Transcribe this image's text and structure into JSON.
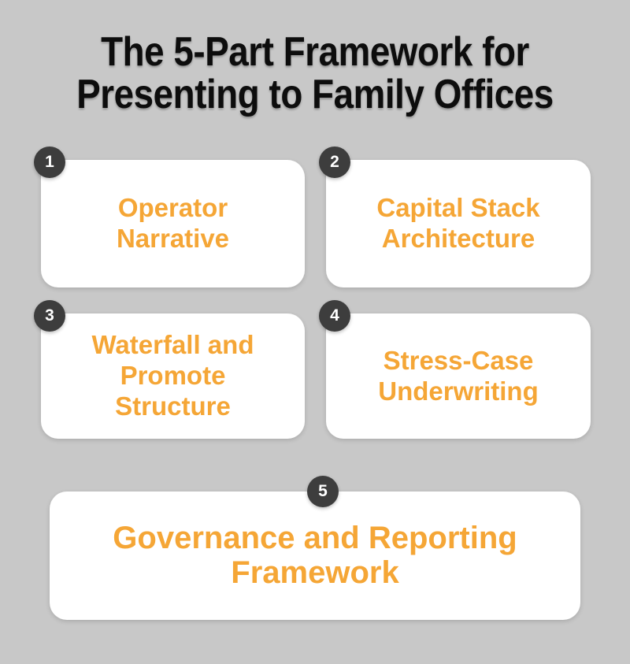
{
  "title": {
    "line1": "The 5-Part Framework for",
    "line2": "Presenting to Family Offices"
  },
  "cards": [
    {
      "number": "1",
      "label": "Operator Narrative"
    },
    {
      "number": "2",
      "label": "Capital Stack Architecture"
    },
    {
      "number": "3",
      "label": "Waterfall and Promote Structure"
    },
    {
      "number": "4",
      "label": "Stress-Case Underwriting"
    },
    {
      "number": "5",
      "label": "Governance and Reporting Framework"
    }
  ],
  "colors": {
    "background": "#C8C8C8",
    "card_background": "#FFFFFF",
    "accent_orange": "#F5A636",
    "badge_dark": "#3D3D3D",
    "title_text": "#0D0D0D"
  }
}
